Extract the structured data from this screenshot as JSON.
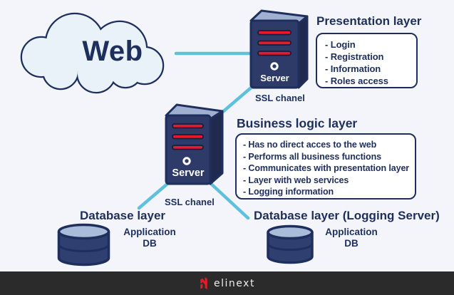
{
  "diagram": {
    "cloud": {
      "label": "Web"
    },
    "server_top": {
      "label": "Server"
    },
    "server_mid": {
      "label": "Server"
    },
    "ssl_top": {
      "label": "SSL chanel"
    },
    "ssl_bottom": {
      "label": "SSL chanel"
    },
    "presentation": {
      "title": "Presentation layer",
      "items": [
        "- Login",
        "- Registration",
        "- Information",
        "- Roles access"
      ]
    },
    "business": {
      "title": "Business logic layer",
      "items": [
        "- Has no direct acces to the web",
        "- Performs all business functions",
        "- Communicates with presentation layer",
        "- Layer with web services",
        "- Logging information"
      ]
    },
    "database_left": {
      "title": "Database layer",
      "db_line1": "Application",
      "db_line2": "DB"
    },
    "database_right": {
      "title": "Database layer (Logging Server)",
      "db_line1": "Application",
      "db_line2": "DB"
    }
  },
  "footer": {
    "brand": "elinext"
  },
  "colors": {
    "background": "#f3f5fa",
    "navy": "#1e2f5e",
    "server_front": "#2e3a67",
    "server_side": "#20294e",
    "server_top_face": "#9fb0d0",
    "cloud_fill": "#e9f2f9",
    "line_cyan": "#5ec1dc",
    "led_red": "#e8192c",
    "cylinder_body": "#2e3f70",
    "cylinder_top": "#a9bcd9",
    "footer_bg": "#2b2b2b"
  }
}
